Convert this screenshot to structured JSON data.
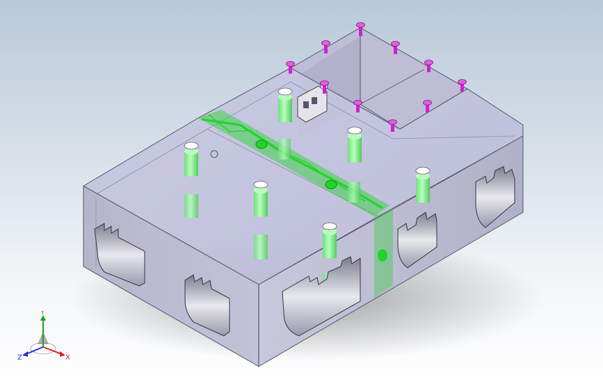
{
  "viewport": {
    "background_top": "#b9c9d9",
    "background_bottom": "#ffffff"
  },
  "model": {
    "body_color": "#c3c3de",
    "edge_color": "#55556a",
    "standoff_color": "#7ff08a",
    "weld_color": "#22d42a",
    "screw_color": "#d21fd2"
  },
  "triad": {
    "x_label": "X",
    "y_label": "Y",
    "z_label": "Z",
    "x_color": "#e02020",
    "y_color": "#1fa01f",
    "z_color": "#2030e0"
  }
}
